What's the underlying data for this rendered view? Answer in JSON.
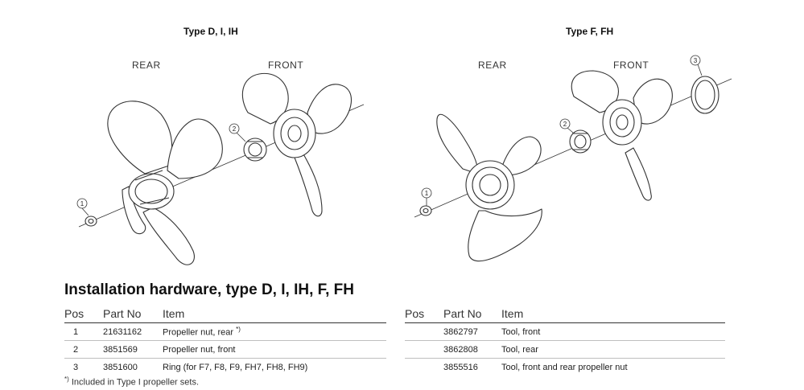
{
  "diagrams": {
    "left": {
      "title": "Type D, I, IH",
      "rear_label": "REAR",
      "front_label": "FRONT",
      "callouts": [
        "1",
        "2"
      ]
    },
    "right": {
      "title": "Type F, FH",
      "rear_label": "REAR",
      "front_label": "FRONT",
      "callouts": [
        "1",
        "2",
        "3"
      ]
    }
  },
  "section_title": "Installation hardware, type D, I, IH, F, FH",
  "table_left": {
    "headers": {
      "pos": "Pos",
      "part_no": "Part No",
      "item": "Item"
    },
    "rows": [
      {
        "pos": "1",
        "part_no": "21631162",
        "item": "Propeller nut, rear",
        "mark": "*)"
      },
      {
        "pos": "2",
        "part_no": "3851569",
        "item": "Propeller nut, front",
        "mark": ""
      },
      {
        "pos": "3",
        "part_no": "3851600",
        "item": "Ring (for F7, F8, F9, FH7, FH8, FH9)",
        "mark": ""
      }
    ]
  },
  "table_right": {
    "headers": {
      "pos": "Pos",
      "part_no": "Part No",
      "item": "Item"
    },
    "rows": [
      {
        "pos": "",
        "part_no": "3862797",
        "item": "Tool, front"
      },
      {
        "pos": "",
        "part_no": "3862808",
        "item": "Tool, rear"
      },
      {
        "pos": "",
        "part_no": "3855516",
        "item": "Tool, front and rear propeller nut"
      }
    ]
  },
  "footnote": {
    "marker": "*)",
    "text": " Included in Type I propeller sets."
  }
}
